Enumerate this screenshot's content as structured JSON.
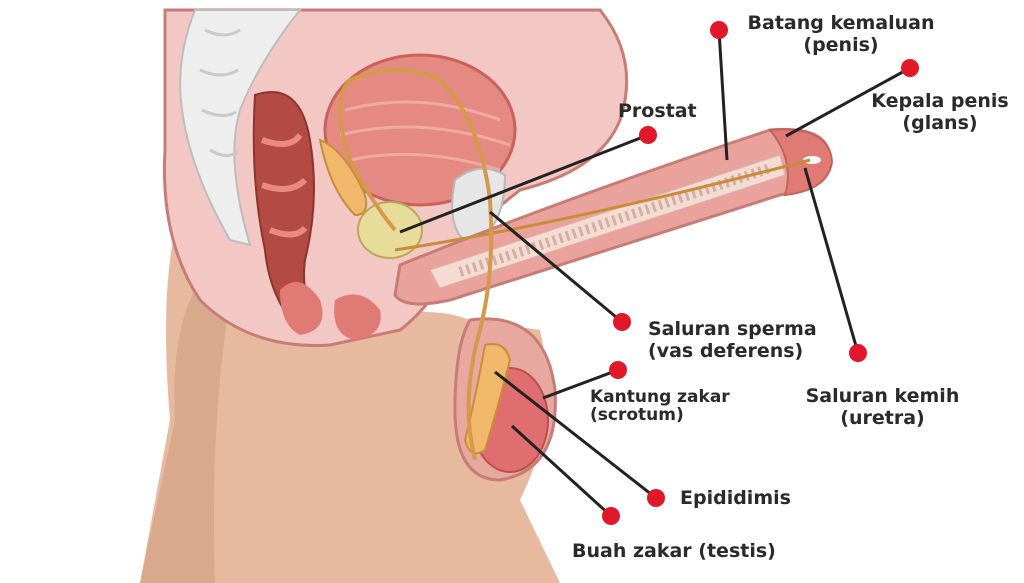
{
  "colors": {
    "skin": "#e7b99f",
    "skin_shadow": "#d3a086",
    "tissue": "#f2c7c4",
    "tissue_dark": "#e2a6a3",
    "muscle": "#d96a63",
    "bladder": "#e48a83",
    "penis_shaft": "#e9a29c",
    "erectile": "#f4dcd4",
    "prostate": "#e8dc9a",
    "duct": "#e0b25a",
    "testis": "#e06e70",
    "epididymis": "#f0b86a",
    "bone": "#eeeeee",
    "leader_line": "#222222",
    "marker": "#e0182a",
    "text": "#2a2a2a"
  },
  "labels": {
    "penis": {
      "line1": "Batang kemaluan",
      "line2": "(penis)"
    },
    "glans": {
      "line1": "Kepala penis",
      "line2": "(glans)"
    },
    "prostate": {
      "line1": "Prostat"
    },
    "vas": {
      "line1": "Saluran sperma",
      "line2": "(vas deferens)"
    },
    "scrotum": {
      "line1": "Kantung zakar",
      "line2": "(scrotum)"
    },
    "urethra": {
      "line1": "Saluran kemih",
      "line2": "(uretra)"
    },
    "epididymis": {
      "line1": "Epididimis"
    },
    "testis": {
      "line1": "Buah zakar (testis)"
    }
  }
}
